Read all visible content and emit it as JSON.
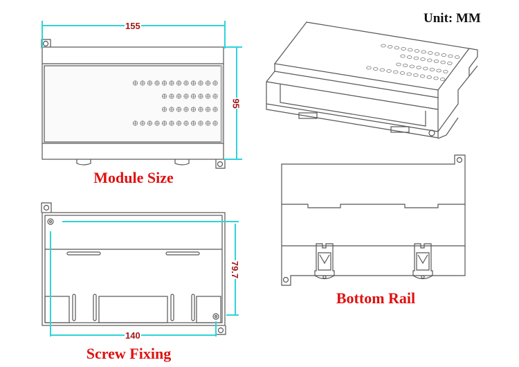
{
  "unit_label": "Unit: MM",
  "panels": {
    "module_size": {
      "caption": "Module Size",
      "width_dim": "155",
      "height_dim": "95"
    },
    "isometric": {
      "caption": ""
    },
    "screw_fixing": {
      "caption": "Screw Fixing",
      "width_dim": "140",
      "height_dim": "79.7"
    },
    "bottom_rail": {
      "caption": "Bottom Rail"
    }
  },
  "colors": {
    "dimension_line": "#2fd3d8",
    "caption": "#e01010",
    "outline": "#555555"
  }
}
